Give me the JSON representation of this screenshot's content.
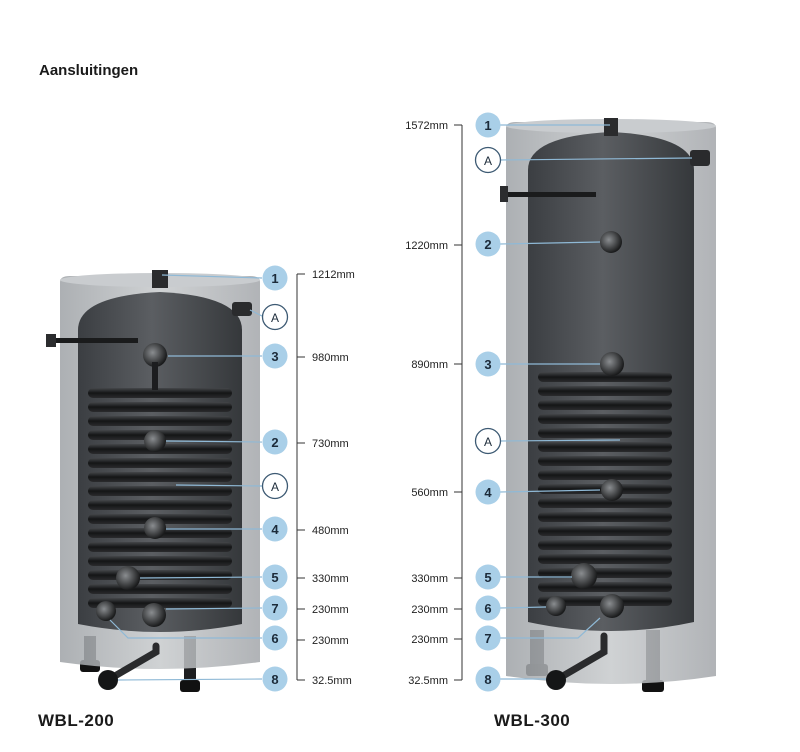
{
  "title": "Aansluitingen",
  "models": [
    {
      "name": "WBL-200",
      "connections": [
        {
          "label": "1",
          "height": "1212mm"
        },
        {
          "label": "A",
          "height": ""
        },
        {
          "label": "3",
          "height": "980mm"
        },
        {
          "label": "2",
          "height": "730mm"
        },
        {
          "label": "A",
          "height": ""
        },
        {
          "label": "4",
          "height": "480mm"
        },
        {
          "label": "5",
          "height": "330mm"
        },
        {
          "label": "7",
          "height": "230mm"
        },
        {
          "label": "6",
          "height": "230mm"
        },
        {
          "label": "8",
          "height": "32.5mm"
        }
      ]
    },
    {
      "name": "WBL-300",
      "connections": [
        {
          "label": "1",
          "height": "1572mm"
        },
        {
          "label": "A",
          "height": ""
        },
        {
          "label": "2",
          "height": "1220mm"
        },
        {
          "label": "3",
          "height": "890mm"
        },
        {
          "label": "A",
          "height": ""
        },
        {
          "label": "4",
          "height": "560mm"
        },
        {
          "label": "5",
          "height": "330mm"
        },
        {
          "label": "6",
          "height": "230mm"
        },
        {
          "label": "7",
          "height": "230mm"
        },
        {
          "label": "8",
          "height": "32.5mm"
        }
      ]
    }
  ],
  "colors": {
    "badge_fill": "#a9cfe8",
    "badge_outline": "#3d5a73",
    "tank_outer": "#b9bcbf",
    "tank_inner": "#4a4d51",
    "coil": "#1e1f21"
  }
}
